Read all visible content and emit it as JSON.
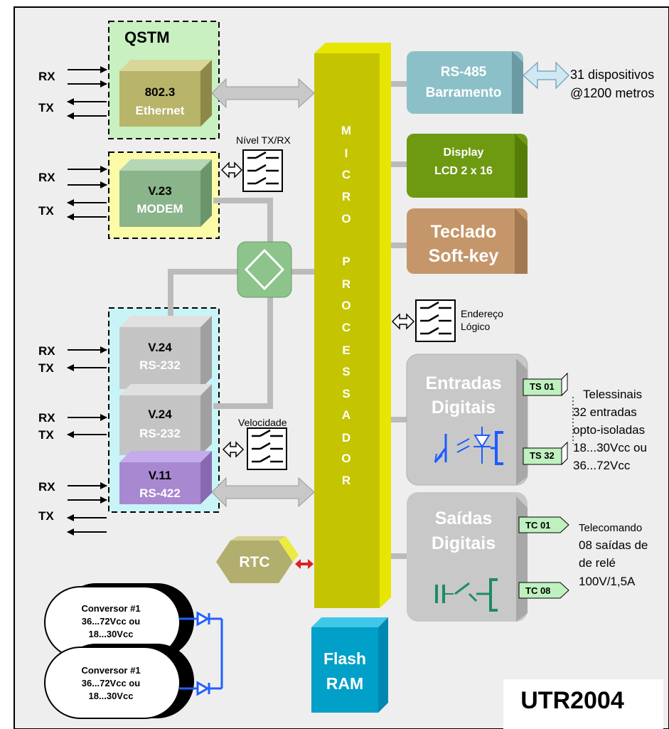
{
  "colors": {
    "background": "#eeeeee",
    "micro": "#c5c400",
    "micro_side": "#e6e600",
    "qstm_fill": "#c8f0c0",
    "modem_fill": "#fbfba8",
    "v24_fill": "#c8f4f8",
    "ethernet": "#b8b46a",
    "modem_block": "#8ab48a",
    "grey_block": "#c4c4c4",
    "v11_block": "#a888d0",
    "rs485": "#8cc0c8",
    "display": "#6e9a12",
    "teclado": "#c4966a",
    "flash": "#00a0c8",
    "rtc": "#b2ae6e",
    "switch_hub": "#8cc48c",
    "tag_green": "#bff0bf",
    "arrow_blue": "#2060ff",
    "rtc_arrow": "#e02020",
    "bus_grey": "#bbbbbb"
  },
  "diagram": {
    "title": "UTR2004",
    "micro_letters": [
      "M",
      "I",
      "C",
      "R",
      "O",
      "P",
      "R",
      "O",
      "C",
      "E",
      "S",
      "S",
      "A",
      "D",
      "O",
      "R"
    ],
    "qstm": {
      "label": "QSTM"
    },
    "ethernet": {
      "line1": "802.3",
      "line2": "Ethernet"
    },
    "modem": {
      "line1": "V.23",
      "line2": "MODEM"
    },
    "v24a": {
      "line1": "V.24",
      "line2": "RS-232"
    },
    "v24b": {
      "line1": "V.24",
      "line2": "RS-232"
    },
    "v11": {
      "line1": "V.11",
      "line2": "RS-422"
    },
    "rs485": {
      "line1": "RS-485",
      "line2": "Barramento"
    },
    "rs485_note": {
      "line1": "31 dispositivos",
      "line2": "@1200 metros"
    },
    "display": {
      "line1": "Display",
      "line2": "LCD 2 x 16"
    },
    "teclado": {
      "line1": "Teclado",
      "line2": "Soft-key"
    },
    "entradas": {
      "line1": "Entradas",
      "line2": "Digitais"
    },
    "saidas": {
      "line1": "Saídas",
      "line2": "Digitais"
    },
    "flash": {
      "line1": "Flash",
      "line2": "RAM"
    },
    "rtc": {
      "label": "RTC"
    },
    "nivel": "Nível TX/RX",
    "velocidade": "Velocidade",
    "endereco": {
      "line1": "Endereço",
      "line2": "Lógico"
    },
    "rx": "RX",
    "tx": "TX",
    "ts01": "TS 01",
    "ts32": "TS 32",
    "tc01": "TC 01",
    "tc08": "TC 08",
    "telessinais": [
      "Telessinais",
      "32 entradas",
      "opto-isoladas",
      "18...30Vcc ou",
      "36...72Vcc"
    ],
    "telecomando": [
      "Telecomando",
      "08 saídas de",
      "de relé",
      "100V/1,5A"
    ],
    "conv1": [
      "Conversor #1",
      "36...72Vcc ou",
      "18...30Vcc"
    ],
    "conv2": [
      "Conversor #1",
      "36...72Vcc ou",
      "18...30Vcc"
    ]
  }
}
